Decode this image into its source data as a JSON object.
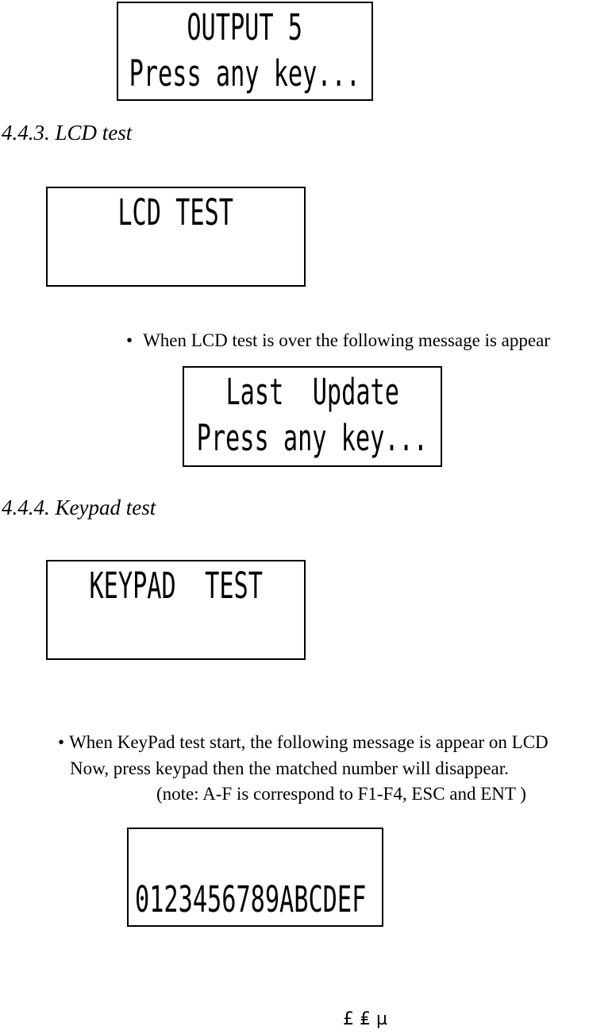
{
  "colors": {
    "text": "#000000",
    "background": "#ffffff",
    "lcd_border": "#000000"
  },
  "bullet_glyph": "•",
  "screens": {
    "output": {
      "line1": "OUTPUT 5",
      "line2": "Press any key..."
    },
    "lcdtest": {
      "line1": "LCD TEST",
      "line2": ""
    },
    "lastupdate": {
      "line1": "Last  Update",
      "line2": "Press any key..."
    },
    "keypadtest": {
      "line1": "KEYPAD  TEST",
      "line2": ""
    },
    "keypadchars": {
      "line1": "",
      "line2": "0123456789ABCDEF"
    }
  },
  "headings": {
    "lcd": "4.4.3. LCD test",
    "keypad": "4.4.4. Keypad test"
  },
  "bullets": {
    "lcd": "When LCD test is over the following message is appear",
    "keypad1": "When KeyPad test start, the following message is appear on LCD",
    "keypad2": "Now, press keypad then the matched number will disappear.",
    "keypad3": "(note: A-F is correspond to F1-F4, ESC and ENT )"
  },
  "footer": "£ ₤ µ"
}
